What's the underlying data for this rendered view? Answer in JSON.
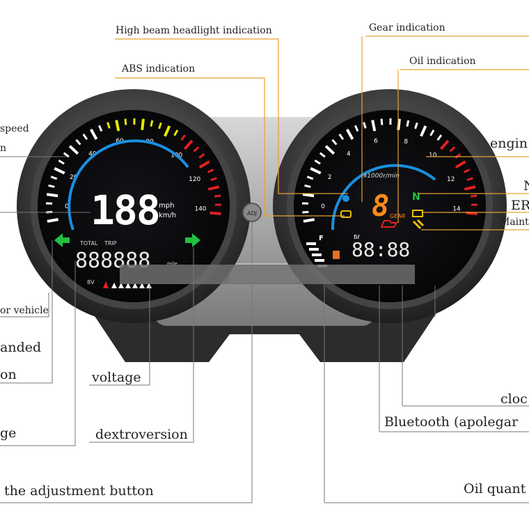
{
  "labels": {
    "high_beam": "High beam headlight indication",
    "abs": "ABS indication",
    "gear": "Gear indication",
    "oil": "Oil indication",
    "speed": "speed",
    "speed_n": "n",
    "engine": "engin",
    "neutral": "N",
    "err": "ER",
    "maint": "Maint",
    "vehicle": "or vehicle",
    "expanded": "anded",
    "expanded2": "on",
    "voltage": "voltage",
    "mileage": "ge",
    "dextroversion": "dextroversion",
    "adjust": "the adjustment button",
    "clock": "cloc",
    "bluetooth": "Bluetooth (apolegar",
    "oil_quantity": "Oil quant"
  },
  "speedo": {
    "speed_readout": "188",
    "unit_mph": "mph",
    "unit_kmh": "km/h",
    "odo_readout": "888888",
    "odo_unit": "mile",
    "total_label": "TOTAL",
    "trip_label": "TRIP",
    "volt_label": "8V",
    "scale_labels": [
      "0",
      "20",
      "40",
      "60",
      "80",
      "100",
      "120",
      "140"
    ]
  },
  "tacho": {
    "rpm_unit": "x1000r/min",
    "gear_digit": "8",
    "gear_label": "GEAR",
    "neutral": "N",
    "clock_readout": "88:88",
    "fuel_full": "F",
    "scale_labels": [
      "0",
      "2",
      "4",
      "6",
      "8",
      "10",
      "12",
      "14"
    ]
  },
  "button": {
    "adj": "ADJ"
  },
  "colors": {
    "white_tick": "#ffffff",
    "yellow_tick": "#e6e600",
    "red_tick": "#e02020",
    "blue_ring": "#1a8fe0",
    "green_arrow": "#22c040",
    "gear_orange": "#ff8c1a",
    "leader_orange": "#e8a030"
  }
}
